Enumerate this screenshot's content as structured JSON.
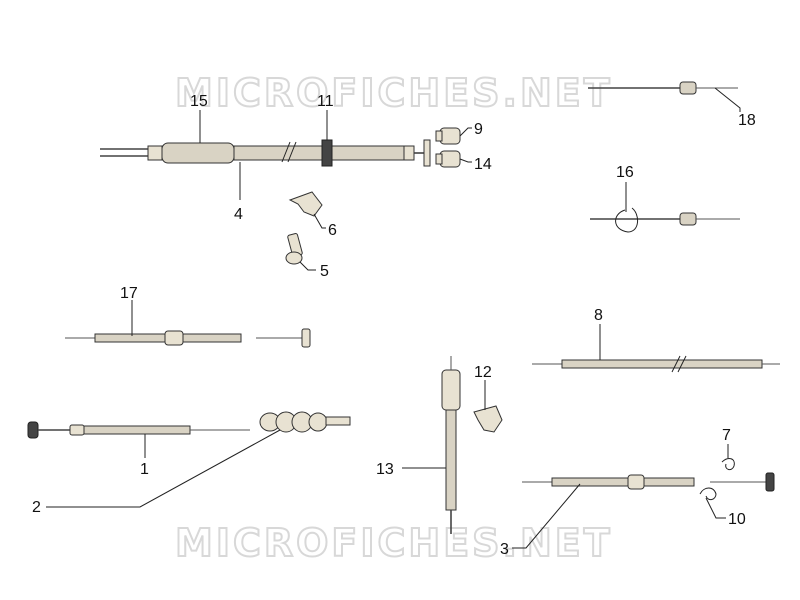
{
  "watermark": "MICROFICHES.NET",
  "callouts": [
    {
      "id": "1",
      "label": "1"
    },
    {
      "id": "2",
      "label": "2"
    },
    {
      "id": "3",
      "label": "3"
    },
    {
      "id": "4",
      "label": "4"
    },
    {
      "id": "5",
      "label": "5"
    },
    {
      "id": "6",
      "label": "6"
    },
    {
      "id": "7",
      "label": "7"
    },
    {
      "id": "8",
      "label": "8"
    },
    {
      "id": "9",
      "label": "9"
    },
    {
      "id": "10",
      "label": "10"
    },
    {
      "id": "11",
      "label": "11"
    },
    {
      "id": "12",
      "label": "12"
    },
    {
      "id": "13",
      "label": "13"
    },
    {
      "id": "14",
      "label": "14"
    },
    {
      "id": "15",
      "label": "15"
    },
    {
      "id": "16",
      "label": "16"
    },
    {
      "id": "17",
      "label": "17"
    },
    {
      "id": "18",
      "label": "18"
    }
  ]
}
